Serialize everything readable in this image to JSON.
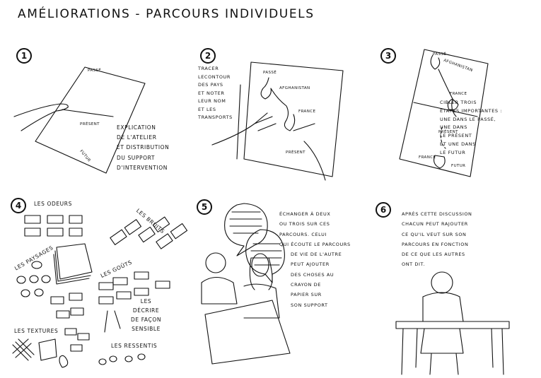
{
  "title": "AMÉLIORATIONS - PARCOURS INDIVIDUELS",
  "steps": [
    {
      "number": "1",
      "text": "EXPLICATION\nDE L'ATELIER\nET DISTRIBUTION\nDU SUPPORT\nD'INTERVENTION",
      "labels": [
        "PASSÉ",
        "PRÉSENT",
        "FUTUR"
      ]
    },
    {
      "number": "2",
      "text": "TRACER\nLECONTOUR\nDES PAYS\nET NOTER\nLEUR NOM\nET LES\nTRANSPORTS",
      "labels": [
        "PASSÉ",
        "AFGHANISTAN",
        "FRANCE",
        "PRÉSENT"
      ]
    },
    {
      "number": "3",
      "text": "CIBLER TROIS\nÉTAPES IMPORTANTES :\nUNE DANS LE PASSÉ,\nUNE DANS\nLE PRÉSENT\nET UNE DANS\nLE FUTUR",
      "labels": [
        "PASSÉ",
        "AFGHANISTAN",
        "FRANCE",
        "PRÉSENT",
        "FRANCE",
        "FUTUR"
      ]
    },
    {
      "number": "4",
      "labels": [
        "LES ODEURS",
        "LES BRUITS",
        "LES PAYSAGES",
        "LES GOÛTS",
        "LES\nDÉCRIRE\nDE FAÇON\nSENSIBLE",
        "LES TEXTURES",
        "LES RESSENTIS"
      ]
    },
    {
      "number": "5",
      "text": "ÉCHANGER À DEUX\nOU TROIS SUR CES\nPARCOURS. CELUI\nQUI ÉCOUTE LE PARCOURS\n      DE VIE DE L'AUTRE\n      PEUT AJOUTER\n      DES CHOSES AU\n      CRAYON DE\n      PAPIER SUR\n      SON SUPPORT"
    },
    {
      "number": "6",
      "text": "APRÈS CETTE DISCUSSION\nCHACUN PEUT RAJOUTER\nCE QU'IL VEUT SUR SON\nPARCOURS EN FONCTION\nDE CE QUE LES AUTRES\nONT DIT."
    }
  ]
}
